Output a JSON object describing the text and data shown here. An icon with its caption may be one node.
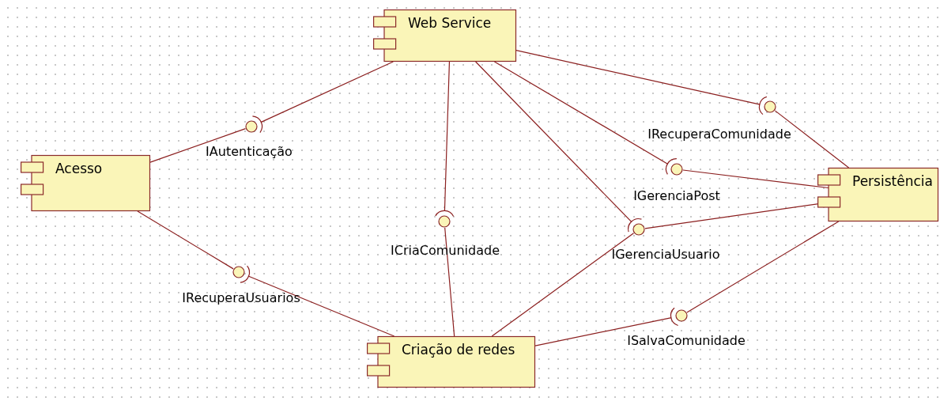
{
  "diagram": {
    "nodes": [
      {
        "text": [
          "Web Service"
        ]
      },
      {
        "text": [],
        "shape": "circle",
        "beside": [
          "IRecuperaComunidade"
        ]
      },
      {
        "text": [],
        "shape": "circle",
        "beside": [
          "IAutenticação"
        ]
      },
      {
        "text": [
          "Acesso"
        ]
      },
      {
        "text": [],
        "shape": "circle",
        "beside": [
          "IGerenciaPost"
        ]
      },
      {
        "text": [
          "Persistência"
        ]
      },
      {
        "text": [],
        "shape": "circle",
        "beside": [
          "ICriaComunidade"
        ]
      },
      {
        "text": [],
        "shape": "circle",
        "beside": [
          "IGerenciaUsuario"
        ]
      },
      {
        "text": [],
        "shape": "circle",
        "beside": [
          "IRecuperaUsuarios"
        ]
      },
      {
        "text": [],
        "shape": "circle",
        "beside": [
          "ISalvaComunidade"
        ]
      },
      {
        "text": [
          "Criação de redes"
        ]
      }
    ],
    "edges": [
      {
        "from": 0,
        "to": 1,
        "arrow": "other"
      },
      {
        "from": 5,
        "to": 1,
        "arrow": "none"
      },
      {
        "from": 0,
        "to": 2,
        "arrow": "other"
      },
      {
        "from": 3,
        "to": 2,
        "arrow": "none"
      },
      {
        "from": 0,
        "to": 4,
        "arrow": "other"
      },
      {
        "from": 5,
        "to": 4,
        "arrow": "none"
      },
      {
        "from": 0,
        "to": 6,
        "arrow": "other"
      },
      {
        "from": 10,
        "to": 6,
        "arrow": "none"
      },
      {
        "from": 0,
        "to": 7,
        "arrow": "other"
      },
      {
        "from": 10,
        "to": 7,
        "arrow": "none"
      },
      {
        "from": 5,
        "to": 7,
        "arrow": "none"
      },
      {
        "from": 10,
        "to": 8,
        "arrow": "other"
      },
      {
        "from": 3,
        "to": 8,
        "arrow": "none"
      },
      {
        "from": 10,
        "to": 9,
        "arrow": "other"
      },
      {
        "from": 5,
        "to": 9,
        "arrow": "none"
      }
    ]
  }
}
